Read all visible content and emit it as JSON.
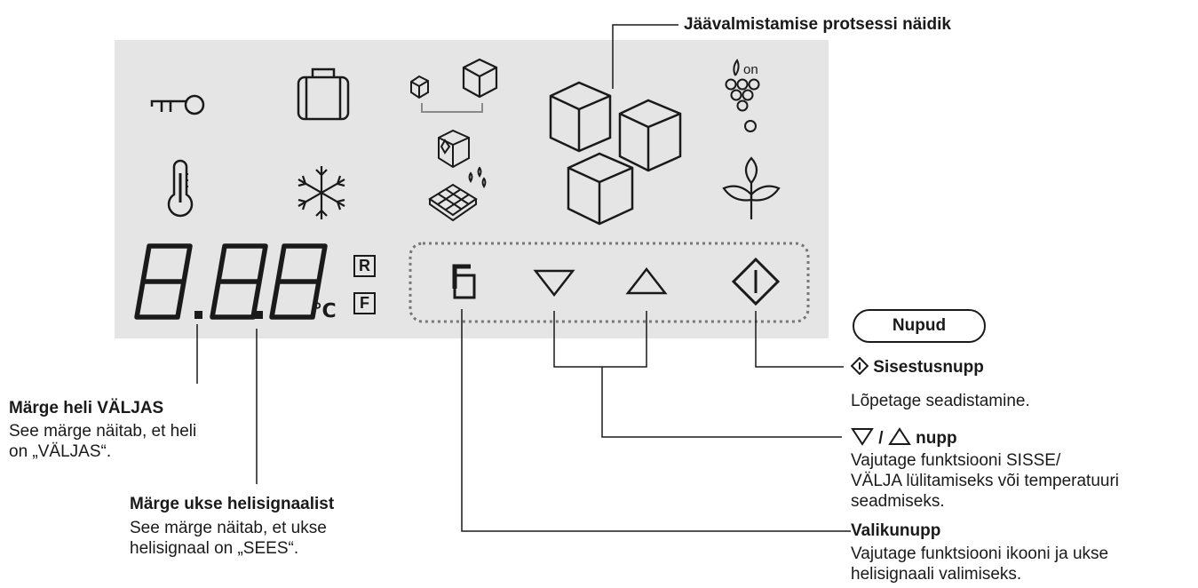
{
  "callouts": {
    "ice_indicator": "Jäävalmistamise protsessi näidik",
    "buttons_header": "Nupud",
    "sound_off_title": "Märge heli VÄLJAS",
    "sound_off_desc_1": "See märge näitab, et heli",
    "sound_off_desc_2": "on „VÄLJAS“.",
    "door_alarm_title": "Märge ukse helisignaalist",
    "door_alarm_desc_1": "See märge näitab, et ukse",
    "door_alarm_desc_2": "helisignaal on „SEES“.",
    "enter_title": "Sisestusnupp",
    "enter_desc": "Lõpetage seadistamine.",
    "updown_sep": "/",
    "updown_title": "nupp",
    "updown_desc_1": "Vajutage funktsiooni SISSE/",
    "updown_desc_2": "VÄLJA lülitamiseks või temperatuuri",
    "updown_desc_3": "seadmiseks.",
    "select_title": "Valikunupp",
    "select_desc_1": "Vajutage funktsiooni ikooni ja ukse",
    "select_desc_2": "helisignaali valimiseks."
  },
  "display": {
    "digits": "8.8.8",
    "unit": "℃",
    "badge_r": "R",
    "badge_f": "F",
    "grape_label": "on"
  },
  "colors": {
    "panel": "#e5e5e5",
    "ink": "#1a1a1a",
    "bracket": "#8a8a8a",
    "button_border": "#777777"
  },
  "icons": [
    "key-icon",
    "bag-icon",
    "small-ice-cube-icon",
    "large-ice-cube-icon",
    "grape-icon",
    "cracked-ice-icon",
    "thermometer-icon",
    "snowflake-icon",
    "ice-tray-icon",
    "leaf-icon",
    "ice-cubes-icon",
    "select-button-icon",
    "down-arrow-icon",
    "up-arrow-icon",
    "enter-button-icon"
  ]
}
